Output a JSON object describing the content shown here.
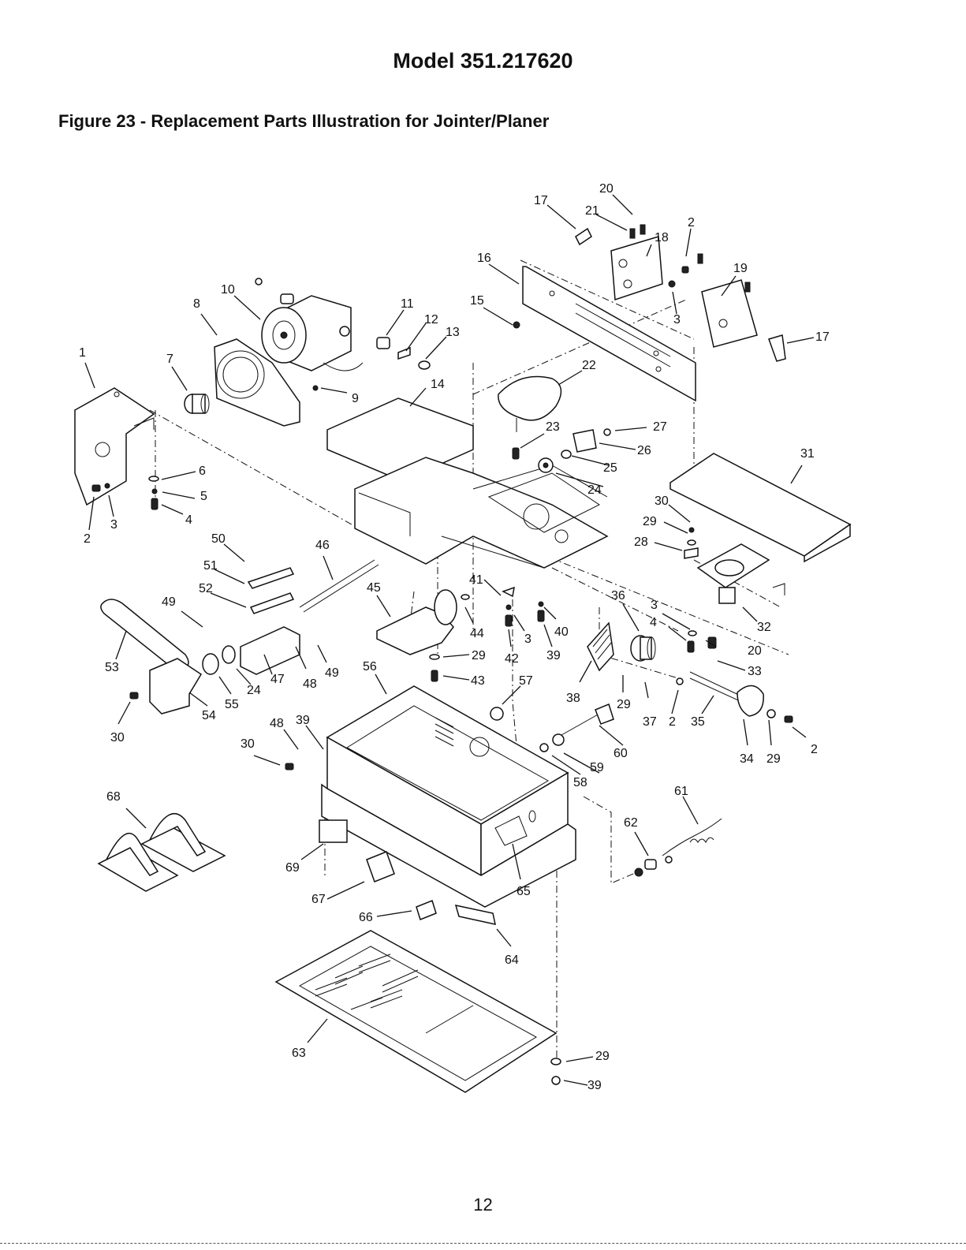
{
  "document": {
    "title": "Model 351.217620",
    "figure_caption": "Figure 23 - Replacement Parts Illustration for Jointer/Planer",
    "page_number": "12"
  },
  "callouts": [
    {
      "id": "c1",
      "label": "1"
    },
    {
      "id": "c2a",
      "label": "2"
    },
    {
      "id": "c3a",
      "label": "3"
    },
    {
      "id": "c4",
      "label": "4"
    },
    {
      "id": "c5",
      "label": "5"
    },
    {
      "id": "c6",
      "label": "6"
    },
    {
      "id": "c7",
      "label": "7"
    },
    {
      "id": "c8",
      "label": "8"
    },
    {
      "id": "c9",
      "label": "9"
    },
    {
      "id": "c10",
      "label": "10"
    },
    {
      "id": "c11",
      "label": "11"
    },
    {
      "id": "c12",
      "label": "12"
    },
    {
      "id": "c13",
      "label": "13"
    },
    {
      "id": "c14",
      "label": "14"
    },
    {
      "id": "c15",
      "label": "15"
    },
    {
      "id": "c16",
      "label": "16"
    },
    {
      "id": "c17a",
      "label": "17"
    },
    {
      "id": "c17b",
      "label": "17"
    },
    {
      "id": "c18",
      "label": "18"
    },
    {
      "id": "c19",
      "label": "19"
    },
    {
      "id": "c20a",
      "label": "20"
    },
    {
      "id": "c20b",
      "label": "20"
    },
    {
      "id": "c21",
      "label": "21"
    },
    {
      "id": "c2b",
      "label": "2"
    },
    {
      "id": "c3b",
      "label": "3"
    },
    {
      "id": "c22",
      "label": "22"
    },
    {
      "id": "c23",
      "label": "23"
    },
    {
      "id": "c24a",
      "label": "24"
    },
    {
      "id": "c25",
      "label": "25"
    },
    {
      "id": "c26",
      "label": "26"
    },
    {
      "id": "c27",
      "label": "27"
    },
    {
      "id": "c28",
      "label": "28"
    },
    {
      "id": "c29a",
      "label": "29"
    },
    {
      "id": "c30a",
      "label": "30"
    },
    {
      "id": "c31",
      "label": "31"
    },
    {
      "id": "c32",
      "label": "32"
    },
    {
      "id": "c33",
      "label": "33"
    },
    {
      "id": "c3c",
      "label": "3"
    },
    {
      "id": "c4b",
      "label": "4"
    },
    {
      "id": "c36",
      "label": "36"
    },
    {
      "id": "c50",
      "label": "50"
    },
    {
      "id": "c46",
      "label": "46"
    },
    {
      "id": "c51",
      "label": "51"
    },
    {
      "id": "c52",
      "label": "52"
    },
    {
      "id": "c49a",
      "label": "49"
    },
    {
      "id": "c49b",
      "label": "49"
    },
    {
      "id": "c53",
      "label": "53"
    },
    {
      "id": "c45",
      "label": "45"
    },
    {
      "id": "c41",
      "label": "41"
    },
    {
      "id": "c44",
      "label": "44"
    },
    {
      "id": "c3d",
      "label": "3"
    },
    {
      "id": "c40",
      "label": "40"
    },
    {
      "id": "c42",
      "label": "42"
    },
    {
      "id": "c39a",
      "label": "39"
    },
    {
      "id": "c29b",
      "label": "29"
    },
    {
      "id": "c43",
      "label": "43"
    },
    {
      "id": "c24b",
      "label": "24"
    },
    {
      "id": "c47",
      "label": "47"
    },
    {
      "id": "c48a",
      "label": "48"
    },
    {
      "id": "c55",
      "label": "55"
    },
    {
      "id": "c54",
      "label": "54"
    },
    {
      "id": "c30b",
      "label": "30"
    },
    {
      "id": "c56",
      "label": "56"
    },
    {
      "id": "c57",
      "label": "57"
    },
    {
      "id": "c38",
      "label": "38"
    },
    {
      "id": "c29c",
      "label": "29"
    },
    {
      "id": "c37",
      "label": "37"
    },
    {
      "id": "c2c",
      "label": "2"
    },
    {
      "id": "c35",
      "label": "35"
    },
    {
      "id": "c34",
      "label": "34"
    },
    {
      "id": "c29d",
      "label": "29"
    },
    {
      "id": "c2d",
      "label": "2"
    },
    {
      "id": "c48b",
      "label": "48"
    },
    {
      "id": "c39b",
      "label": "39"
    },
    {
      "id": "c30c",
      "label": "30"
    },
    {
      "id": "c60",
      "label": "60"
    },
    {
      "id": "c59",
      "label": "59"
    },
    {
      "id": "c58",
      "label": "58"
    },
    {
      "id": "c61",
      "label": "61"
    },
    {
      "id": "c62",
      "label": "62"
    },
    {
      "id": "c68",
      "label": "68"
    },
    {
      "id": "c69",
      "label": "69"
    },
    {
      "id": "c67",
      "label": "67"
    },
    {
      "id": "c65",
      "label": "65"
    },
    {
      "id": "c66",
      "label": "66"
    },
    {
      "id": "c64",
      "label": "64"
    },
    {
      "id": "c63",
      "label": "63"
    },
    {
      "id": "c29e",
      "label": "29"
    },
    {
      "id": "c39c",
      "label": "39"
    }
  ]
}
